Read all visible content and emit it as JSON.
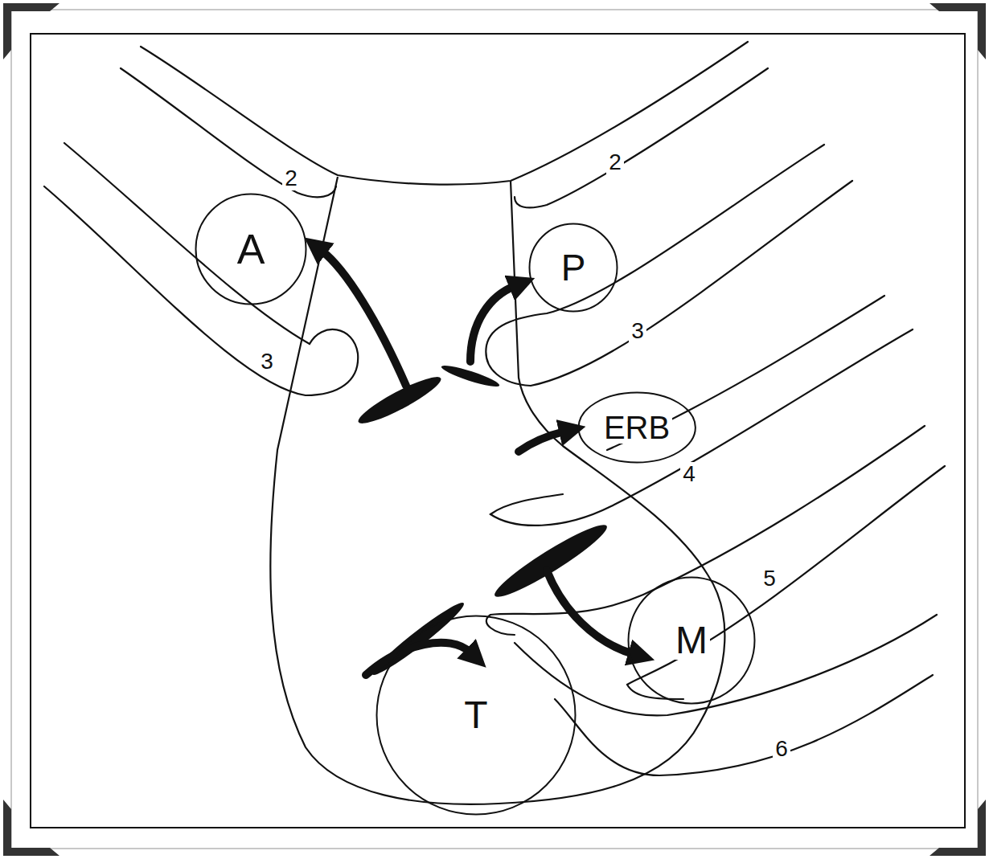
{
  "diagram": {
    "nodes": [
      {
        "text": [
          "A"
        ]
      },
      {
        "text": [
          "P"
        ]
      },
      {
        "text": [
          "ERB"
        ]
      },
      {
        "text": [
          "M"
        ]
      },
      {
        "text": [
          "T"
        ]
      }
    ],
    "labels": [
      "2",
      "2",
      "3",
      "3",
      "4",
      "5",
      "6"
    ]
  }
}
